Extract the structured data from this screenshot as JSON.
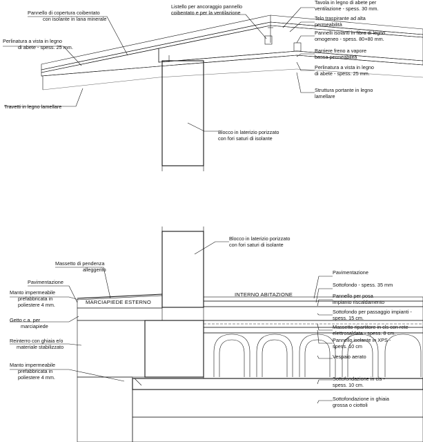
{
  "roof_section": {
    "labels": {
      "cover_panel": [
        "Pannello di copertura coibentato",
        "con isolante in lana minerale"
      ],
      "batten": [
        "Listello per ancoraggio pannello",
        "coibentato e per la ventilazione"
      ],
      "fir_board": [
        "Tavola in legno di abete per",
        "ventilazione - spess. 30 mm."
      ],
      "breathable_sheet": [
        "Telo traspirante ad alta",
        "permeabilità"
      ],
      "fiber_panels": [
        "Pannelli isolanti in fibra di legno",
        "omogeneo - spess. 80+80 mm."
      ],
      "vapor_barrier": [
        "Barriere freno a vapore",
        "bassa permeabilità"
      ],
      "exposed_boards_left": [
        "Perlinatura a vista in legno",
        "di abete - spess. 25 mm."
      ],
      "exposed_boards_right": [
        "Perlinatura a vista in legno",
        "di abete - spess. 25 mm."
      ],
      "structure": [
        "Struttura portante in legno",
        "lamellare"
      ],
      "beams": [
        "Travetti in legno lamellare"
      ],
      "block_top": [
        "Blocco in laterizio porizzato",
        "con fori saturi di isolante"
      ]
    }
  },
  "ground_section": {
    "labels": {
      "block_bottom": [
        "Blocco in laterizio porizzato",
        "con fori saturi di isolante"
      ],
      "slope_screed": [
        "Massetto di pendenza",
        "alleggerito"
      ],
      "paving_left": [
        "Pavimentazione"
      ],
      "membrane_top": [
        "Manto impermeabile",
        "prefabbricata in",
        "poliestere 4 mm."
      ],
      "concrete_cast": [
        "Getto c.a. per",
        "marciapiede"
      ],
      "gravel_fill": [
        "Reinterro con ghiaia e/o",
        "materiale stabilizzato"
      ],
      "membrane_bottom": [
        "Manto impermeabile",
        "prefabbricata in",
        "poliestere 4 mm."
      ],
      "paving_right": [
        "Pavimentazione"
      ],
      "subfloor": [
        "Sottofondo - spess. 35 mm"
      ],
      "heating_panel": [
        "Pannello per posa",
        "impianto riscaldamento"
      ],
      "subfloor_pipes": [
        "Sottofondo per passaggio impianti -",
        "spess. 15 cm."
      ],
      "mesh_screed": [
        "Massetto ripartitore in cls con rete",
        "elettrosaldata - spess. 8 cm."
      ],
      "xps_panel": [
        "Pannello isolante in XPS -",
        "spess. 10 cm"
      ],
      "crawl_space": [
        "Vespaio aerato"
      ],
      "foundation_cls": [
        "Sottofondazione in cls -",
        "spess. 10 cm."
      ],
      "foundation_gravel": [
        "Sottofondazione in ghiaia",
        "grossa o ciottoli"
      ]
    },
    "zone_labels": {
      "outside": "MARCIAPIEDE ESTERNO",
      "inside": "INTERNO ABITAZIONE"
    }
  },
  "colors": {
    "line": "#111111",
    "background": "#ffffff"
  }
}
